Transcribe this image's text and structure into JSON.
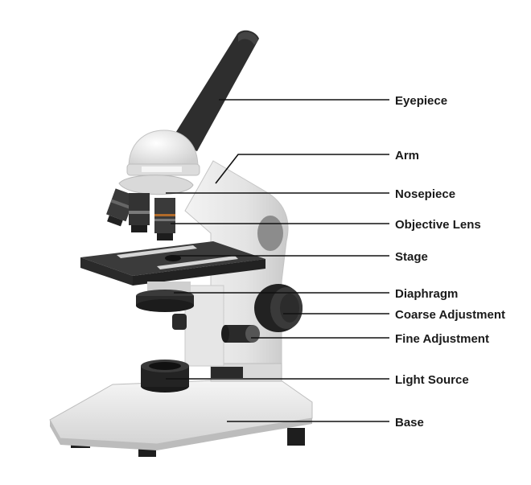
{
  "labels": {
    "eyepiece": "Eyepiece",
    "arm": "Arm",
    "nosepiece": "Nosepiece",
    "objective_lens": "Objective Lens",
    "stage": "Stage",
    "diaphragm": "Diaphragm",
    "coarse_adjustment": "Coarse Adjustment",
    "fine_adjustment": "Fine Adjustment",
    "light_source": "Light Source",
    "base": "Base"
  },
  "colors": {
    "body_light": "#e8e8e8",
    "body_shade": "#cfcfcf",
    "dark": "#2b2b2b",
    "black": "#151515",
    "text": "#1a1a1a"
  }
}
